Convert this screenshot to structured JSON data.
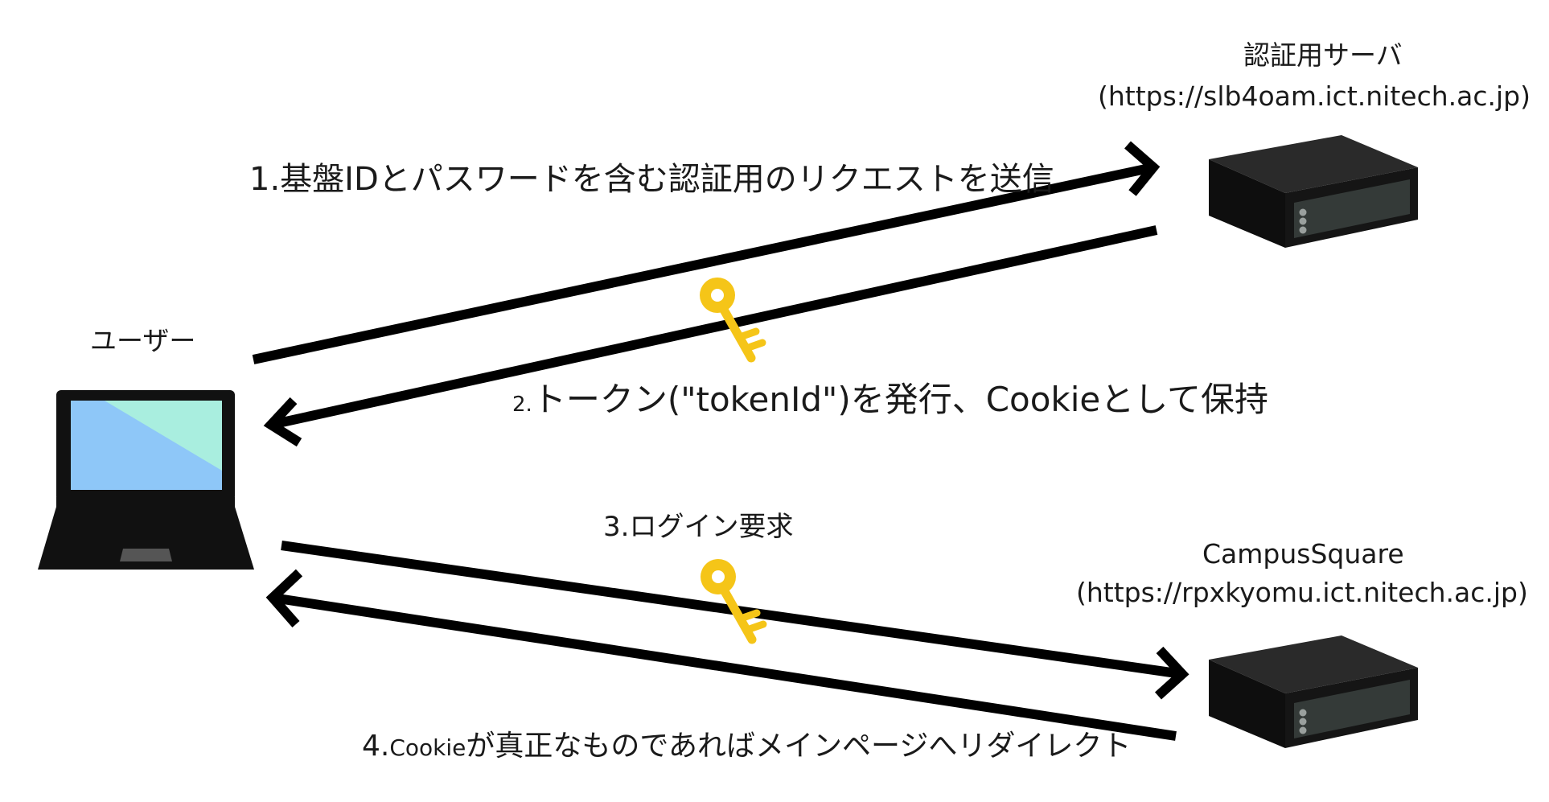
{
  "nodes": {
    "user": {
      "label": "ユーザー"
    },
    "auth_server": {
      "label": "認証用サーバ",
      "url": "(https://slb4oam.ict.nitech.ac.jp)"
    },
    "campus_server": {
      "label": "CampusSquare",
      "url": "(https://rpxkyomu.ict.nitech.ac.jp)"
    }
  },
  "steps": {
    "s1": {
      "text": "1.基盤IDとパスワードを含む認証用のリクエストを送信"
    },
    "s2": {
      "num": "2.",
      "text": "トークン(\"tokenId\")を発行、Cookieとして保持"
    },
    "s3": {
      "text": "3.ログイン要求"
    },
    "s4": {
      "num": "4.",
      "small": "Cookie",
      "text": "が真正なものであればメインページへリダイレクト"
    }
  },
  "colors": {
    "arrow": "#000000",
    "key": "#F5C518",
    "screen_a": "#8EC7F8",
    "screen_b": "#A9EEDF",
    "server_body": "#151515",
    "server_panel": "#343a38"
  },
  "icons": {
    "laptop": "laptop-icon",
    "server": "server-icon",
    "key": "key-icon"
  }
}
